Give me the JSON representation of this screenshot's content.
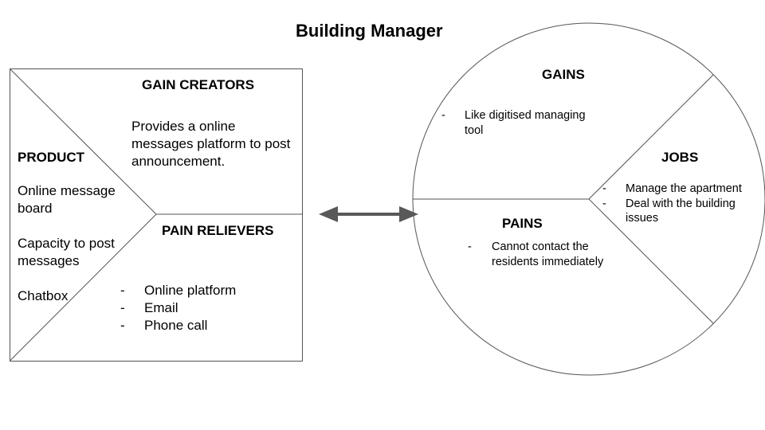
{
  "title": "Building Manager",
  "value_map": {
    "gain_creators": {
      "heading": "GAIN CREATORS",
      "lines": [
        "Provides a online",
        "messages platform to post",
        "announcement."
      ]
    },
    "product": {
      "heading": "PRODUCT",
      "items": [
        [
          "Online message",
          "board"
        ],
        [
          "Capacity to post",
          "messages"
        ],
        [
          "Chatbox"
        ]
      ]
    },
    "pain_relievers": {
      "heading": "PAIN RELIEVERS",
      "items": [
        "Online platform",
        "Email",
        "Phone call"
      ]
    }
  },
  "customer_profile": {
    "gains": {
      "heading": "GAINS",
      "items": [
        [
          "Like digitised managing",
          "tool"
        ]
      ]
    },
    "jobs": {
      "heading": "JOBS",
      "items": [
        [
          "Manage the apartment"
        ],
        [
          "Deal with the building",
          "issues"
        ]
      ]
    },
    "pains": {
      "heading": "PAINS",
      "items": [
        [
          "Cannot contact the",
          "residents immediately"
        ]
      ]
    }
  },
  "bullet_mark": "-",
  "colors": {
    "line": "#555555",
    "arrow": "#595959",
    "text": "#000000"
  }
}
